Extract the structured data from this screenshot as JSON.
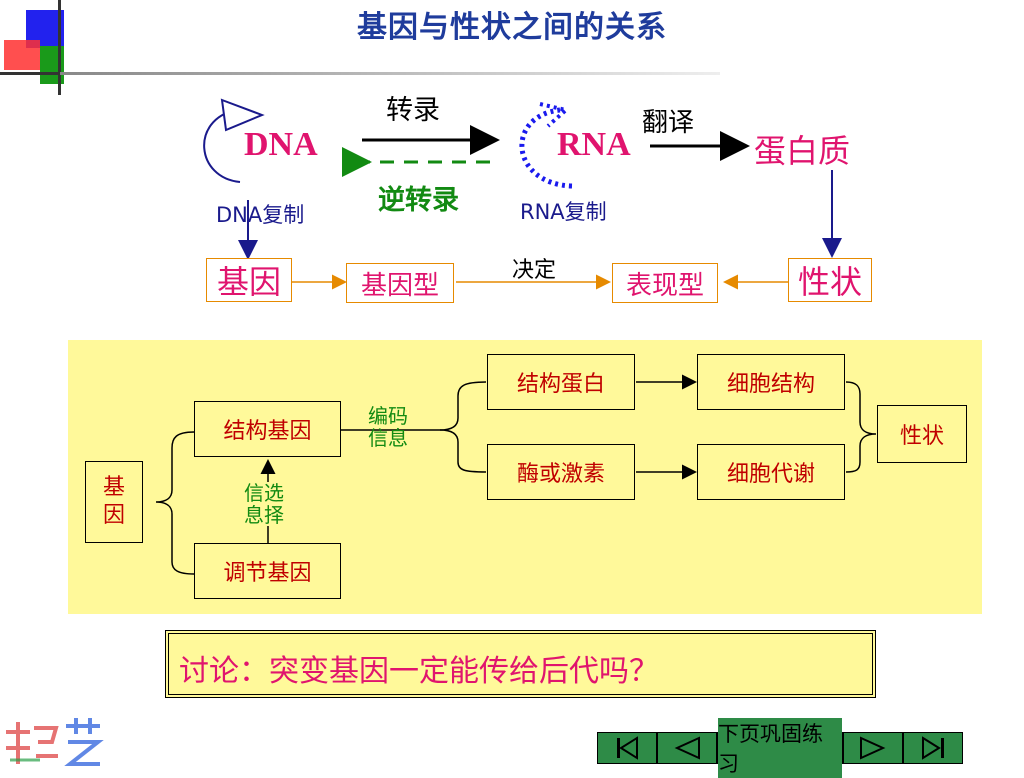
{
  "title": "基因与性状之间的关系",
  "top_diagram": {
    "dna": "DNA",
    "rna": "RNA",
    "protein": "蛋白质",
    "transcription": "转录",
    "reverse_transcription": "逆转录",
    "translation": "翻译",
    "dna_replication": "DNA复制",
    "rna_replication": "RNA复制",
    "gene": "基因",
    "genotype": "基因型",
    "decides": "决定",
    "phenotype": "表现型",
    "trait": "性状"
  },
  "flow_diagram": {
    "gene": "基\n因",
    "structural_gene": "结构基因",
    "regulatory_gene": "调节基因",
    "select_info": "信选\n息择",
    "encode_info": "编码\n信息",
    "structural_protein": "结构蛋白",
    "enzyme_hormone": "酶或激素",
    "cell_structure": "细胞结构",
    "cell_metabolism": "细胞代谢",
    "trait": "性状"
  },
  "discussion": "讨论：突变基因一定能传给后代吗？",
  "nav": {
    "first_icon": "first-page-icon",
    "prev_icon": "previous-page-icon",
    "label": "下页巩固练习",
    "next_icon": "next-page-icon",
    "last_icon": "last-page-icon"
  },
  "colors": {
    "title": "#1f3c9c",
    "magenta": "#e0146e",
    "green": "#128a12",
    "panel": "#fff99a",
    "orange": "#e68a00",
    "nav_green": "#2e8b47"
  }
}
